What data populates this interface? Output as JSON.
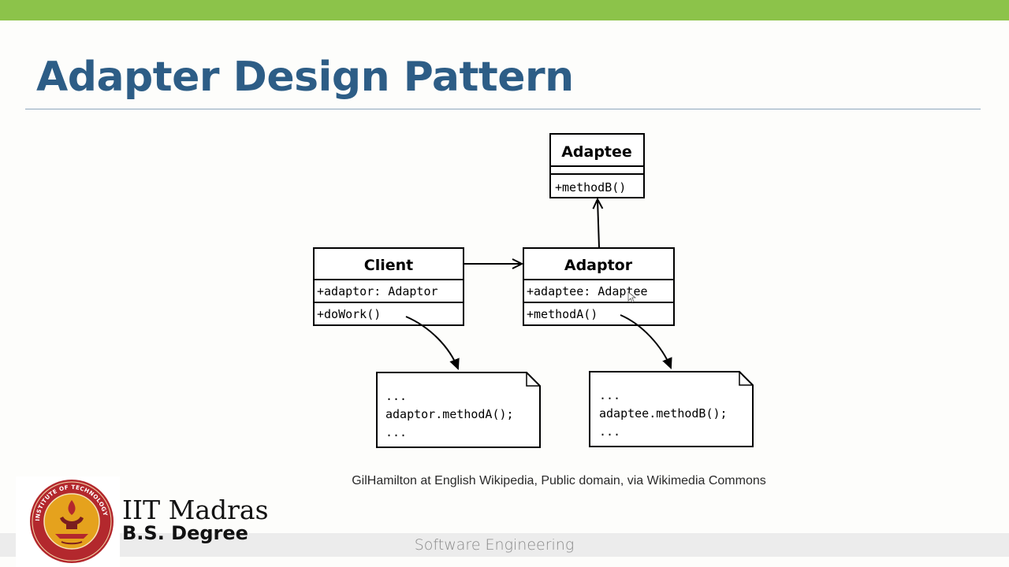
{
  "slide": {
    "title": "Adapter Design Pattern",
    "credit": "GilHamilton at English Wikipedia, Public domain, via Wikimedia Commons",
    "footer": "Software Engineering"
  },
  "brand": {
    "name": "IIT Madras",
    "subtitle": "B.S. Degree",
    "seal_text": "INDIAN INSTITUTE OF TECHNOLOGY MADRAS"
  },
  "diagram": {
    "client": {
      "name": "Client",
      "attribute": "+adaptor: Adaptor",
      "operation": "+doWork()"
    },
    "adaptor": {
      "name": "Adaptor",
      "attribute": "+adaptee: Adaptee",
      "operation": "+methodA()"
    },
    "adaptee": {
      "name": "Adaptee",
      "operation": "+methodB()"
    },
    "client_note": {
      "lines": [
        "...",
        "adaptor.methodA();",
        "..."
      ]
    },
    "adaptor_note": {
      "lines": [
        "...",
        "adaptee.methodB();",
        "..."
      ]
    }
  },
  "colors": {
    "accent_bar": "#8cc34a",
    "title": "#2d5d86",
    "seal_red": "#b3282d",
    "seal_gold": "#e5a21d"
  }
}
